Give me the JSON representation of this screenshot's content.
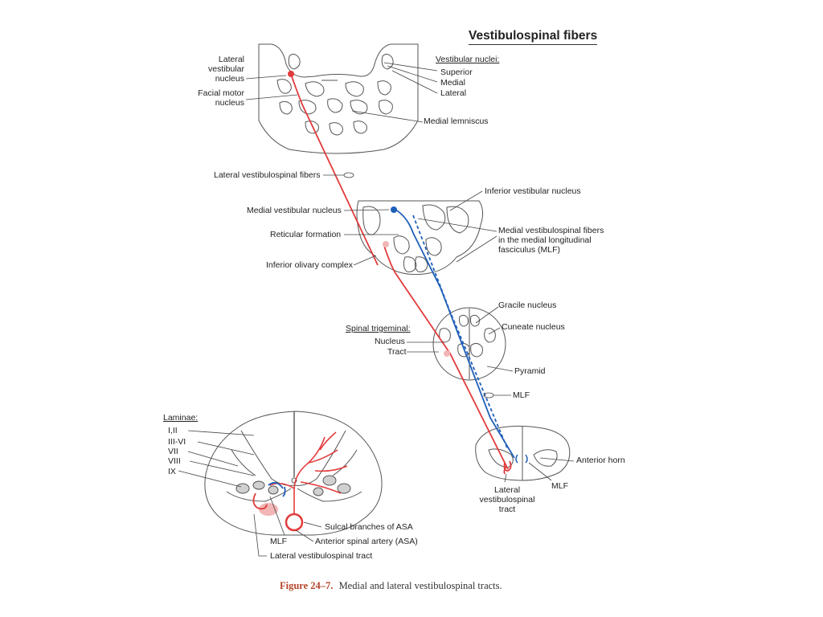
{
  "title": "Vestibulospinal fibers",
  "colors": {
    "lateral_tract": "#e23b3b",
    "medial_tract": "#1f5fb8",
    "outline": "#555555",
    "nucleus_fill": "#d0d0d0"
  },
  "labels": {
    "lateral_vestibular_nucleus": [
      "Lateral",
      "vestibular",
      "nucleus"
    ],
    "facial_motor_nucleus": [
      "Facial motor",
      "nucleus"
    ],
    "vestibular_nuclei_header": "Vestibular nuclei:",
    "vestibular_nuclei": [
      "Superior",
      "Medial",
      "Lateral"
    ],
    "medial_lemniscus": "Medial lemniscus",
    "lateral_vestibulospinal_fibers": "Lateral vestibulospinal fibers",
    "inferior_vestibular_nucleus": "Inferior vestibular nucleus",
    "medial_vestibular_nucleus": "Medial vestibular nucleus",
    "reticular_formation": "Reticular formation",
    "inferior_olivary_complex": "Inferior olivary complex",
    "medial_vestibulospinal_fibers": [
      "Medial vestibulospinal fibers",
      "in the medial longitudinal",
      "fasciculus (MLF)"
    ],
    "gracile_nucleus": "Gracile nucleus",
    "cuneate_nucleus": "Cuneate nucleus",
    "spinal_trigeminal_header": "Spinal trigeminal:",
    "spinal_trigeminal_nucleus": "Nucleus",
    "spinal_trigeminal_tract": "Tract",
    "pyramid": "Pyramid",
    "mlf_medulla": "MLF",
    "anterior_horn": "Anterior horn",
    "mlf_cord": "MLF",
    "lateral_vestibulospinal_tract_cord": [
      "Lateral",
      "vestibulospinal",
      "tract"
    ],
    "laminae_header": "Laminae:",
    "laminae": [
      "I,II",
      "III-VI",
      "VII",
      "VIII",
      "IX"
    ],
    "sulcal_branches": "Sulcal branches of ASA",
    "anterior_spinal_artery": "Anterior spinal artery (ASA)",
    "mlf_enlarged": "MLF",
    "lateral_vestibulospinal_tract_enlarged": "Lateral vestibulospinal tract"
  },
  "caption": {
    "number": "Figure 24–7.",
    "text": "Medial and lateral vestibulospinal tracts."
  }
}
